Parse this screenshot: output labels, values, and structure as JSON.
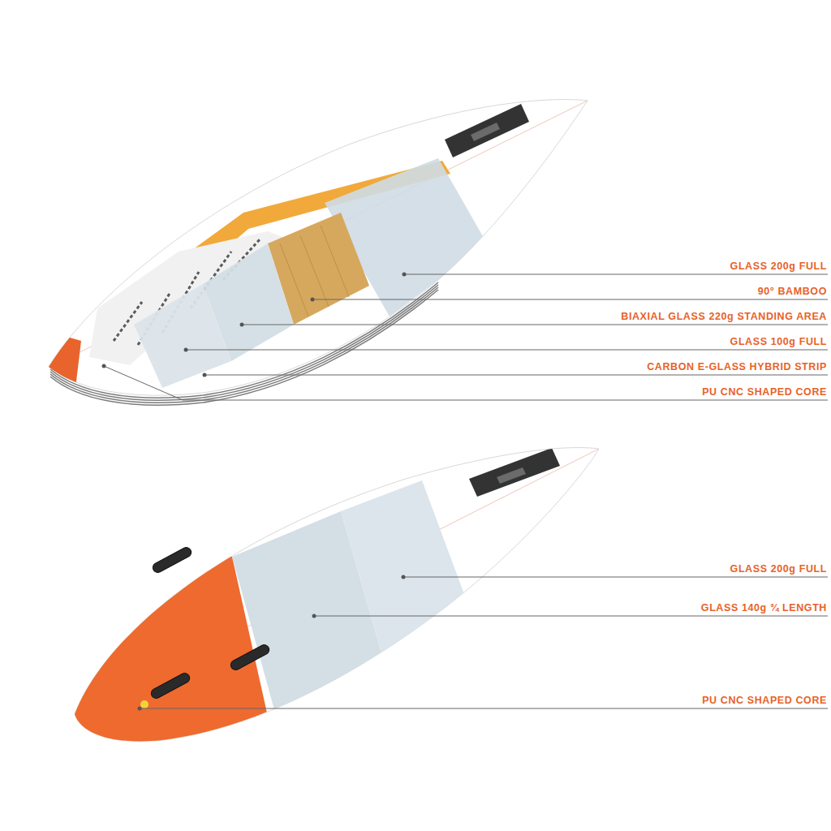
{
  "diagram": {
    "labels": [
      "GLASS 200g FULL",
      "90° BAMBOO",
      "BIAXIAL GLASS 220g STANDING AREA",
      "GLASS 100g FULL",
      "CARBON E-GLASS HYBRID STRIP",
      "PU CNC SHAPED CORE",
      "GLASS 200g FULL",
      "GLASS 140g ¾ LENGTH",
      "PU CNC SHAPED CORE"
    ]
  }
}
